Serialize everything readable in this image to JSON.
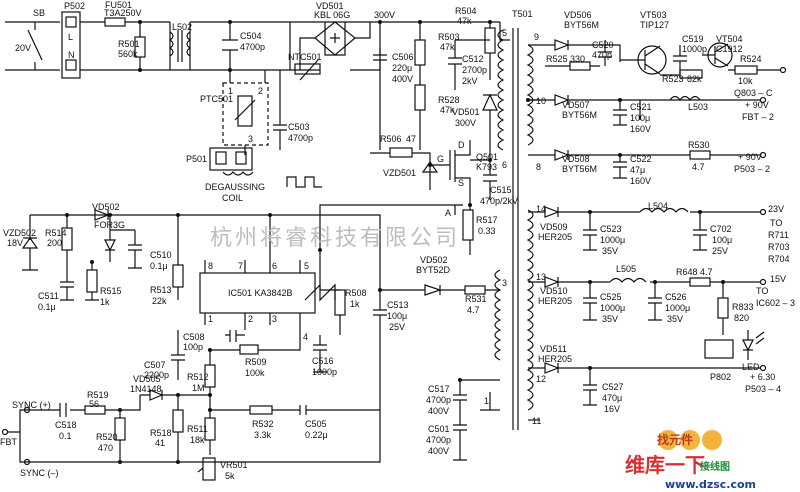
{
  "watermark": "杭州将睿科技有限公司",
  "labels": {
    "sb": "SB",
    "p502": "P502",
    "fu501": "FU501",
    "fu501_val": "T3A250V",
    "ac_in": "20V",
    "pin_l": "L",
    "pin_n": "N",
    "r501": "R501",
    "r501_val": "560k",
    "l502": "L502",
    "c504": "C504",
    "c504_val": "4700p",
    "ntc501": "NTC501",
    "vd501": "VD501",
    "vd501_val": "KBL 06G",
    "v300": "300V",
    "c506": "C506",
    "c506_val1": "220μ",
    "c506_val2": "400V",
    "r503": "R503",
    "r503_val": "47k",
    "r528": "R528",
    "r528_val": "47k",
    "r504": "R504",
    "r504_val": "47k",
    "c512": "C512",
    "c512_val1": "2700p",
    "c512_val2": "2kV",
    "vd501b": "VD501",
    "vd501b_val": "300V",
    "ptc501": "PTC501",
    "ptc_pin1": "1",
    "ptc_pin2": "2",
    "ptc_pin3": "3",
    "c503": "C503",
    "c503_val": "4700p",
    "p501": "P501",
    "degauss1": "DEGAUSSING",
    "degauss2": "COIL",
    "r506": "R506",
    "r506_val": "47",
    "vzd501": "VZD501",
    "q501": "Q501",
    "q501_val": "K793",
    "pin_d": "D",
    "pin_g": "G",
    "pin_s": "S",
    "c515": "C515",
    "c515_val": "470p/2kV",
    "r517": "R517",
    "r517_val": "0.33",
    "pt_a": "A",
    "t501": "T501",
    "vd506": "VD506",
    "vd506_val": "BYT56M",
    "vt503": "VT503",
    "vt503_val": "TIP127",
    "r525": "R525",
    "r525_val": "330",
    "c520": "C520",
    "c520_val": "470p",
    "c519": "C519",
    "c519_val": "1000p",
    "r523": "R523",
    "r523_val": "82k",
    "vt504": "VT504",
    "vt504_val": "C1912",
    "r524": "R524",
    "r524_val": "10k",
    "q803": "Q803 – C",
    "vd507": "VD507",
    "vd507_val": "BYT56M",
    "c521": "C521",
    "c521_val1": "100μ",
    "c521_val2": "160V",
    "l503": "L503",
    "out90_1": "+ 90V",
    "fbt2": "FBT – 2",
    "vd508": "VD508",
    "vd508_val": "BYT56M",
    "c522": "C522",
    "c522_val1": "47μ",
    "c522_val2": "160V",
    "r530": "R530",
    "r530_val": "4.7",
    "out90_2": "+ 90V",
    "p503_2": "P503 – 2",
    "pin9": "9",
    "pin10": "10",
    "pin8": "8",
    "pin5": "5",
    "pin6": "6",
    "pin14": "14",
    "pin13": "13",
    "pin12": "12",
    "pin11": "11",
    "pin3": "3",
    "pin1": "1",
    "vd502": "VD502",
    "vd502_val": "FOR3G",
    "vzd502": "VZD502",
    "vzd502_val": "18V",
    "r514": "R514",
    "r514_val": "200",
    "c510": "C510",
    "c510_val": "0.1μ",
    "c511": "C511",
    "c511_val": "0.1μ",
    "r515": "R515",
    "r515_val": "1k",
    "r513": "R513",
    "r513_val": "22k",
    "ic501": "IC501  KA3842B",
    "ic_p8": "8",
    "ic_p7": "7",
    "ic_p6": "6",
    "ic_p5": "5",
    "ic_p1": "1",
    "ic_p2": "2",
    "ic_p3": "3",
    "ic_p4": "4",
    "r508": "R508",
    "r508_val": "1k",
    "c508": "C508",
    "c508_val": "100p",
    "r509": "R509",
    "r509_val": "100k",
    "c516": "C516",
    "c516_val": "1000p",
    "c507": "C507",
    "c507_val": "2200p",
    "r512": "R512",
    "r512_val": "1M",
    "vd505": "VD505",
    "vd505_val": "1N4148",
    "r519": "R519",
    "r519_val": "56",
    "sync_p": "SYNC (+)",
    "sync_m": "SYNC (–)",
    "fbt": "FBT",
    "c518": "C518",
    "c518_val": "0.1",
    "r520": "R520",
    "r520_val": "470",
    "r518": "R518",
    "r518_val": "41",
    "r511": "R511",
    "r511_val": "18k",
    "r532": "R532",
    "r532_val": "3.3k",
    "c505": "C505",
    "c505_val": "0.22μ",
    "vr501": "VR501",
    "vr501_val": "5k",
    "c513": "C513",
    "c513_val1": "100μ",
    "c513_val2": "25V",
    "vd502b": "VD502",
    "vd502b_val": "BYT52D",
    "r531": "R531",
    "r531_val": "4.7",
    "c517": "C517",
    "c517_val1": "4700p",
    "c517_val2": "400V",
    "c501": "C501",
    "c501_val1": "4700p",
    "c501_val2": "400V",
    "vd509": "VD509",
    "vd509_val": "HER205",
    "l504": "L504",
    "out23": "23V",
    "c523": "C523",
    "c523_val1": "1000μ",
    "c523_val2": "35V",
    "c702": "C702",
    "c702_val1": "100μ",
    "c702_val2": "25V",
    "to_r711": "TO",
    "r711": "R711",
    "r703": "R703",
    "r704": "R704",
    "vd510": "VD510",
    "vd510_val": "HER205",
    "l505": "L505",
    "r648": "R648",
    "r648_val": "4.7",
    "out15": "15V",
    "to_ic602": "TO",
    "ic602": "IC602 – 3",
    "c525": "C525",
    "c525_val1": "1000μ",
    "c525_val2": "35V",
    "c526": "C526",
    "c526_val1": "1000μ",
    "c526_val2": "35V",
    "r833": "R833",
    "r833_val": "820",
    "vd511": "VD511",
    "vd511_val": "HER205",
    "p802": "P802",
    "led": "LED",
    "c527": "C527",
    "c527_val1": "470μ",
    "c527_val2": "16V",
    "out630": "+ 6.30",
    "p503_4": "P503 – 4"
  },
  "logo": {
    "top": "找元件",
    "mid": "维库一下",
    "url": "www.dzsc.com",
    "tag": "接线图"
  }
}
